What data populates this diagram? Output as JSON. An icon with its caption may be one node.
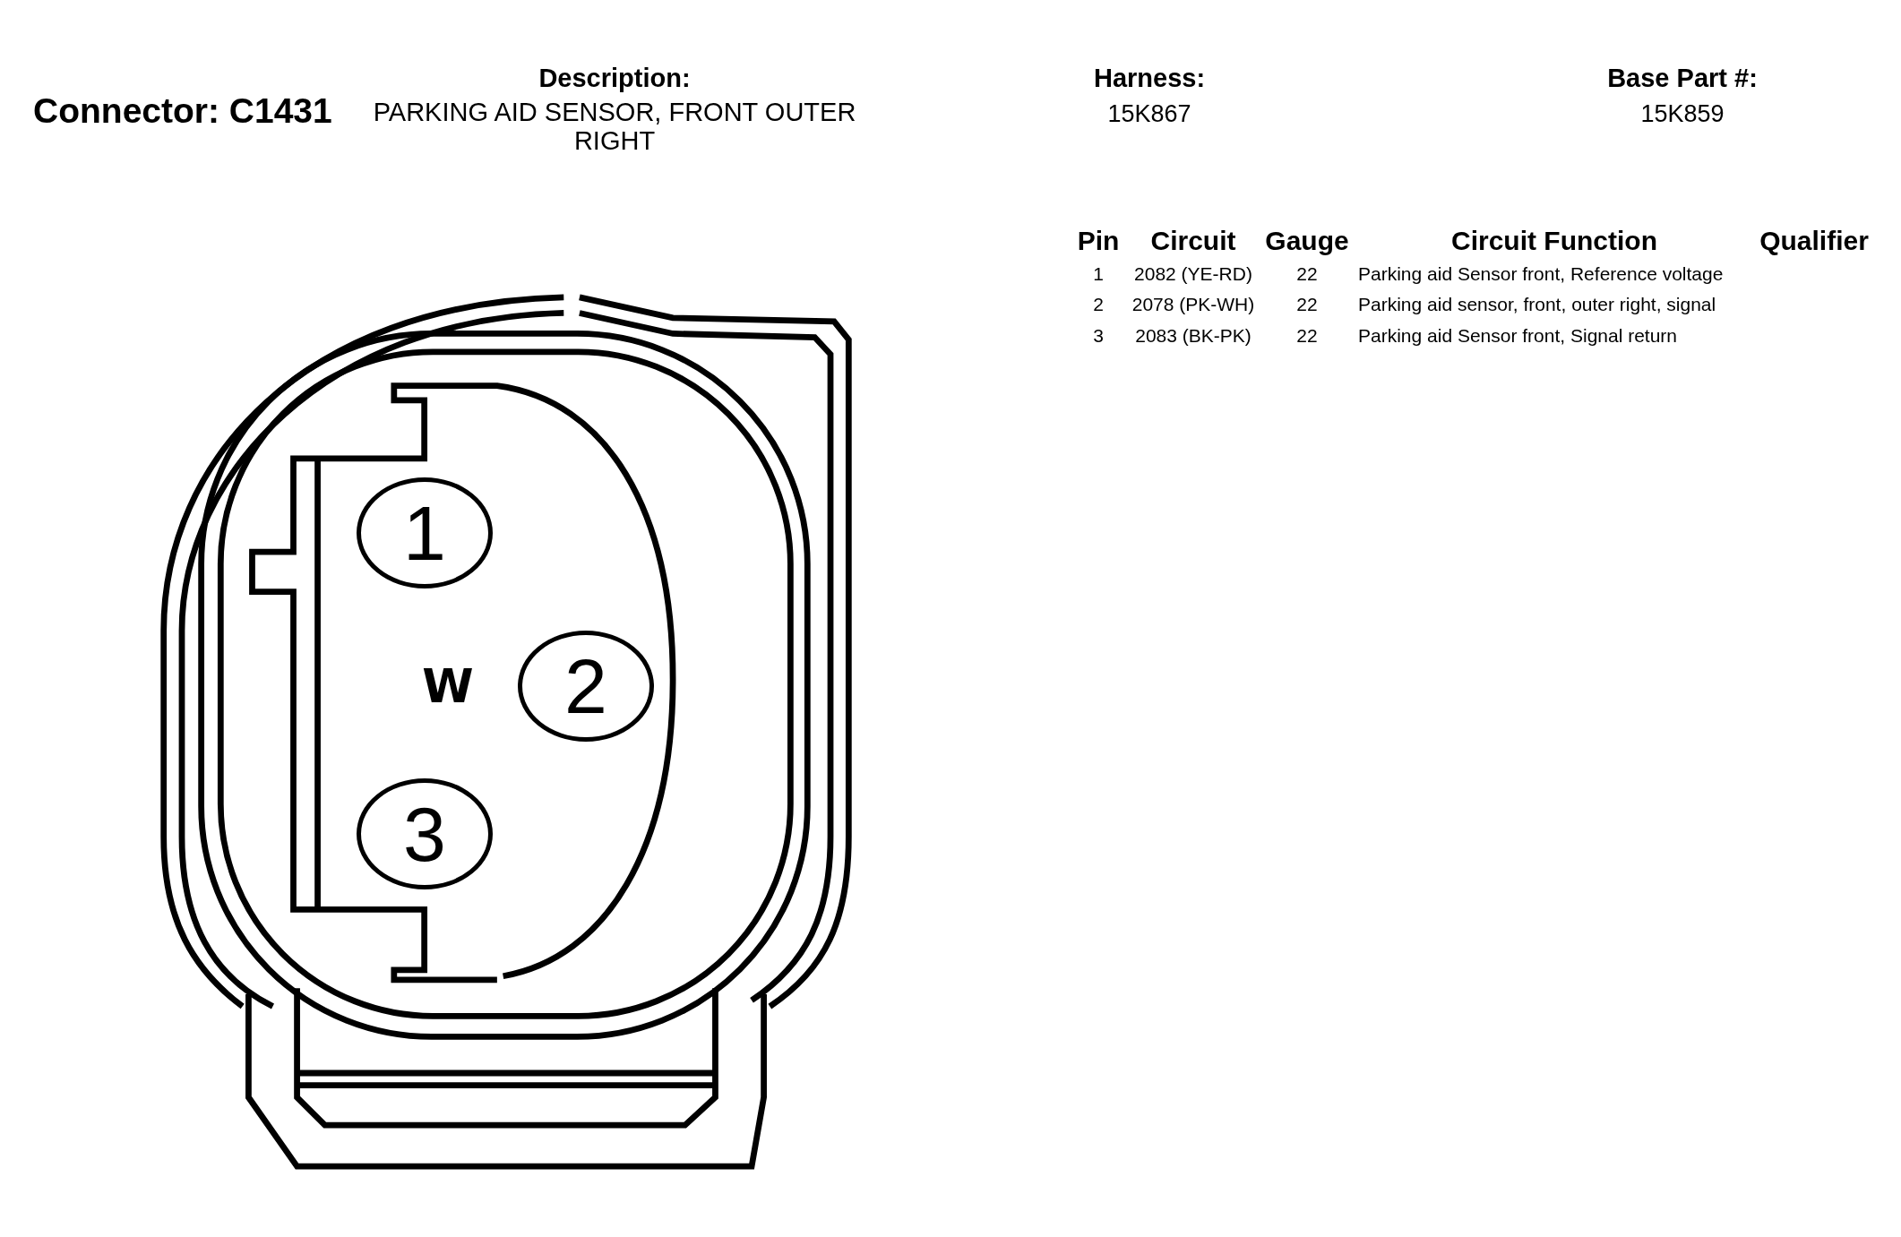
{
  "diagram": {
    "title": "Connector: C1431",
    "nodes": [
      {
        "text": [
          "1"
        ]
      },
      {
        "text": [
          "2"
        ]
      },
      {
        "text": [
          "3"
        ]
      }
    ],
    "labels": [
      "Description:",
      "PARKING AID SENSOR, FRONT OUTER RIGHT",
      "Harness:",
      "15K867",
      "Base Part #:",
      "15K859",
      "Pin",
      "Circuit",
      "Gauge",
      "Circuit Function",
      "Qualifier",
      "1",
      "2082 (YE-RD)",
      "22",
      "Parking aid Sensor front, Reference voltage",
      "2",
      "2078 (PK-WH)",
      "22",
      "Parking aid sensor, front, outer right, signal",
      "3",
      "2083 (BK-PK)",
      "22",
      "Parking aid Sensor front, Signal return",
      "W"
    ]
  }
}
